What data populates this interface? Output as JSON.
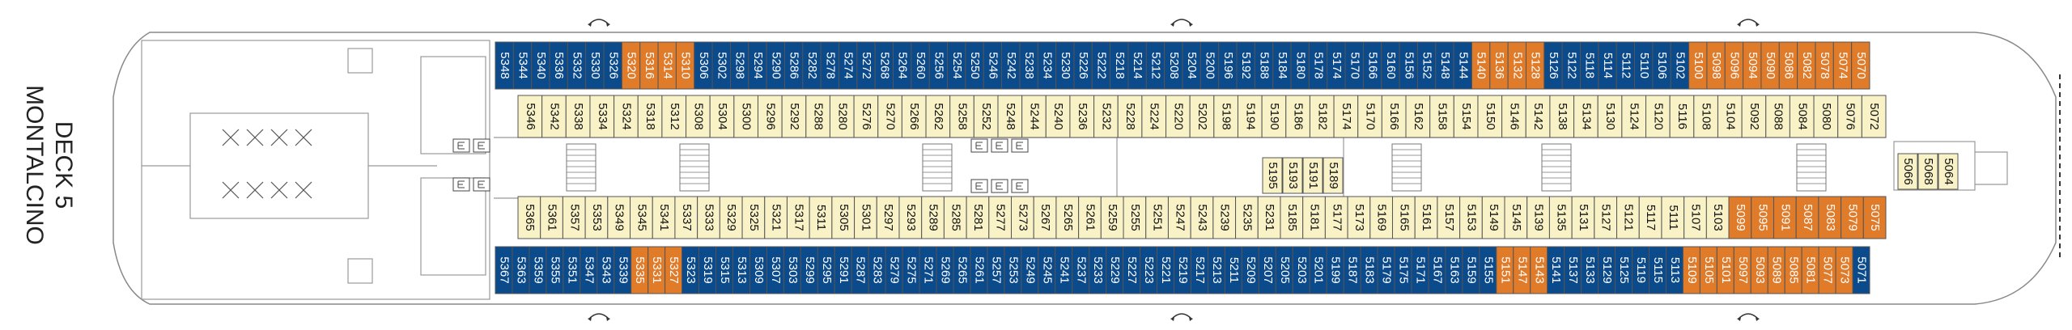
{
  "deck": {
    "line1": "DECK 5",
    "line2": "MONTALCINO"
  },
  "colors": {
    "suite_blue": "#0b4a8b",
    "balcony_orange": "#e07b2a",
    "inside_cream": "#f8f2c6",
    "outline": "#555555"
  },
  "icons": {
    "turn": "rotate-arrow-icon",
    "lift": "elevator-icon",
    "stair": "stairs-icon"
  },
  "cabins": {
    "top_outer": [
      "5348",
      "5344",
      "5340",
      "5336",
      "5332",
      "5330",
      "5326",
      "5320",
      "5316",
      "5314",
      "5310",
      "5306",
      "5302",
      "5298",
      "5294",
      "5290",
      "5286",
      "5282",
      "5278",
      "5274",
      "5272",
      "5268",
      "5264",
      "5260",
      "5256",
      "5254",
      "5250",
      "5246",
      "5242",
      "5238",
      "5234",
      "5230",
      "5226",
      "5222",
      "5218",
      "5214",
      "5212",
      "5208",
      "5204",
      "5200",
      "5196",
      "5192",
      "5188",
      "5184",
      "5180",
      "5178",
      "5174",
      "5170",
      "5166",
      "5160",
      "5156",
      "5152",
      "5148",
      "5144",
      "5140",
      "5136",
      "5132",
      "5128",
      "5126",
      "5122",
      "5118",
      "5114",
      "5112",
      "5110",
      "5106",
      "5102",
      "5100",
      "5098",
      "5096",
      "5094",
      "5090",
      "5086",
      "5082",
      "5078",
      "5074",
      "5070"
    ],
    "top_inner": [
      "5346",
      "5342",
      "5338",
      "5334",
      "5324",
      "5318",
      "5312",
      "5308",
      "5304",
      "5300",
      "5296",
      "5292",
      "5288",
      "5280",
      "5276",
      "5270",
      "5266",
      "5262",
      "5258",
      "5252",
      "5248",
      "5244",
      "5240",
      "5236",
      "5232",
      "5228",
      "5224",
      "5220",
      "5202",
      "5198",
      "5194",
      "5190",
      "5186",
      "5182",
      "5174",
      "5170",
      "5166",
      "5162",
      "5158",
      "5154",
      "5150",
      "5146",
      "5142",
      "5138",
      "5134",
      "5130",
      "5124",
      "5120",
      "5116",
      "5108",
      "5104",
      "5092",
      "5088",
      "5084",
      "5080",
      "5076",
      "5072"
    ],
    "mid": [
      "5195",
      "5193",
      "5191",
      "5189",
      "5066",
      "5068",
      "5064"
    ],
    "bottom_inner": [
      "5365",
      "5361",
      "5357",
      "5353",
      "5349",
      "5345",
      "5341",
      "5337",
      "5333",
      "5329",
      "5325",
      "5321",
      "5317",
      "5311",
      "5305",
      "5301",
      "5297",
      "5293",
      "5289",
      "5285",
      "5281",
      "5277",
      "5273",
      "5267",
      "5265",
      "5261",
      "5259",
      "5255",
      "5251",
      "5247",
      "5243",
      "5239",
      "5235",
      "5231",
      "5185",
      "5181",
      "5177",
      "5173",
      "5169",
      "5165",
      "5161",
      "5157",
      "5153",
      "5149",
      "5145",
      "5139",
      "5135",
      "5131",
      "5127",
      "5121",
      "5117",
      "5111",
      "5107",
      "5103",
      "5099",
      "5095",
      "5091",
      "5087",
      "5083",
      "5079",
      "5075"
    ],
    "bottom_outer": [
      "5367",
      "5363",
      "5359",
      "5355",
      "5351",
      "5347",
      "5343",
      "5339",
      "5335",
      "5331",
      "5327",
      "5323",
      "5319",
      "5315",
      "5313",
      "5309",
      "5307",
      "5303",
      "5299",
      "5295",
      "5291",
      "5287",
      "5283",
      "5279",
      "5275",
      "5271",
      "5269",
      "5265",
      "5261",
      "5257",
      "5253",
      "5249",
      "5245",
      "5241",
      "5237",
      "5233",
      "5229",
      "5227",
      "5223",
      "5221",
      "5219",
      "5217",
      "5213",
      "5211",
      "5209",
      "5207",
      "5205",
      "5203",
      "5201",
      "5199",
      "5187",
      "5183",
      "5179",
      "5175",
      "5171",
      "5167",
      "5163",
      "5159",
      "5155",
      "5151",
      "5147",
      "5143",
      "5141",
      "5137",
      "5133",
      "5129",
      "5125",
      "5119",
      "5115",
      "5113",
      "5109",
      "5105",
      "5101",
      "5097",
      "5093",
      "5089",
      "5085",
      "5081",
      "5077",
      "5073",
      "5071"
    ],
    "top_orange": [
      "5320",
      "5316",
      "5314",
      "5310",
      "5140",
      "5136",
      "5132",
      "5128",
      "5100",
      "5098",
      "5096",
      "5094",
      "5090",
      "5086",
      "5082",
      "5078",
      "5074",
      "5070"
    ],
    "bottom_orange": [
      "5335",
      "5331",
      "5327",
      "5151",
      "5147",
      "5143",
      "5109",
      "5105",
      "5101",
      "5097",
      "5093",
      "5089",
      "5085",
      "5081",
      "5077",
      "5073"
    ],
    "bottom_inner_orange": [
      "5099",
      "5095",
      "5091",
      "5087",
      "5083",
      "5079",
      "5075"
    ]
  }
}
